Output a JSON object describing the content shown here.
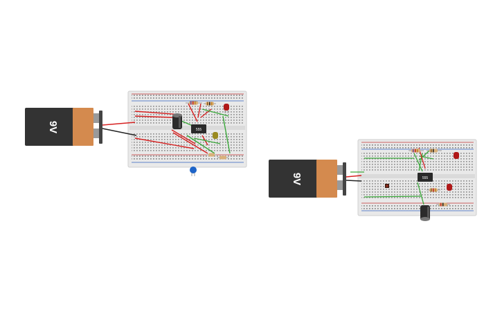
{
  "workspace": {
    "circuits": [
      {
        "battery_label": "9V",
        "ic_label": "555"
      },
      {
        "battery_label": "9V",
        "ic_label": "555"
      }
    ]
  },
  "colors": {
    "background": "#ffffff",
    "breadboard": "#e9e9e9",
    "battery_body": "#333333",
    "battery_cap": "#d48a4e",
    "wire_red": "#d62020",
    "wire_green": "#3aa83a",
    "wire_black": "#222222",
    "led_red": "#b01818",
    "capacitor_blue": "#1e64c8"
  }
}
